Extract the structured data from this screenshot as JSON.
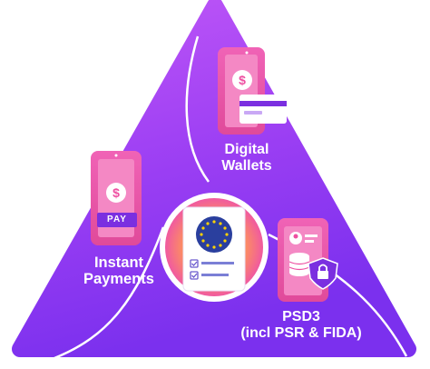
{
  "diagram": {
    "nodes": [
      {
        "id": "digital-wallets",
        "label_line1": "Digital",
        "label_line2": "Wallets",
        "icon": "phone-card-icon"
      },
      {
        "id": "instant-payments",
        "label_line1": "Instant",
        "label_line2": "Payments",
        "icon": "phone-pay-icon",
        "badge": "PAY"
      },
      {
        "id": "psd3",
        "label_line1": "PSD3",
        "label_line2": "(incl PSR & FIDA)",
        "icon": "phone-database-lock-icon"
      }
    ],
    "center": {
      "icon": "eu-flag-checklist-icon"
    }
  },
  "colors": {
    "gradient_top": "#b14cf6",
    "gradient_bottom": "#7a2ff0",
    "accent_pink": "#ee4fa1",
    "accent_orange": "#ff8c42"
  }
}
